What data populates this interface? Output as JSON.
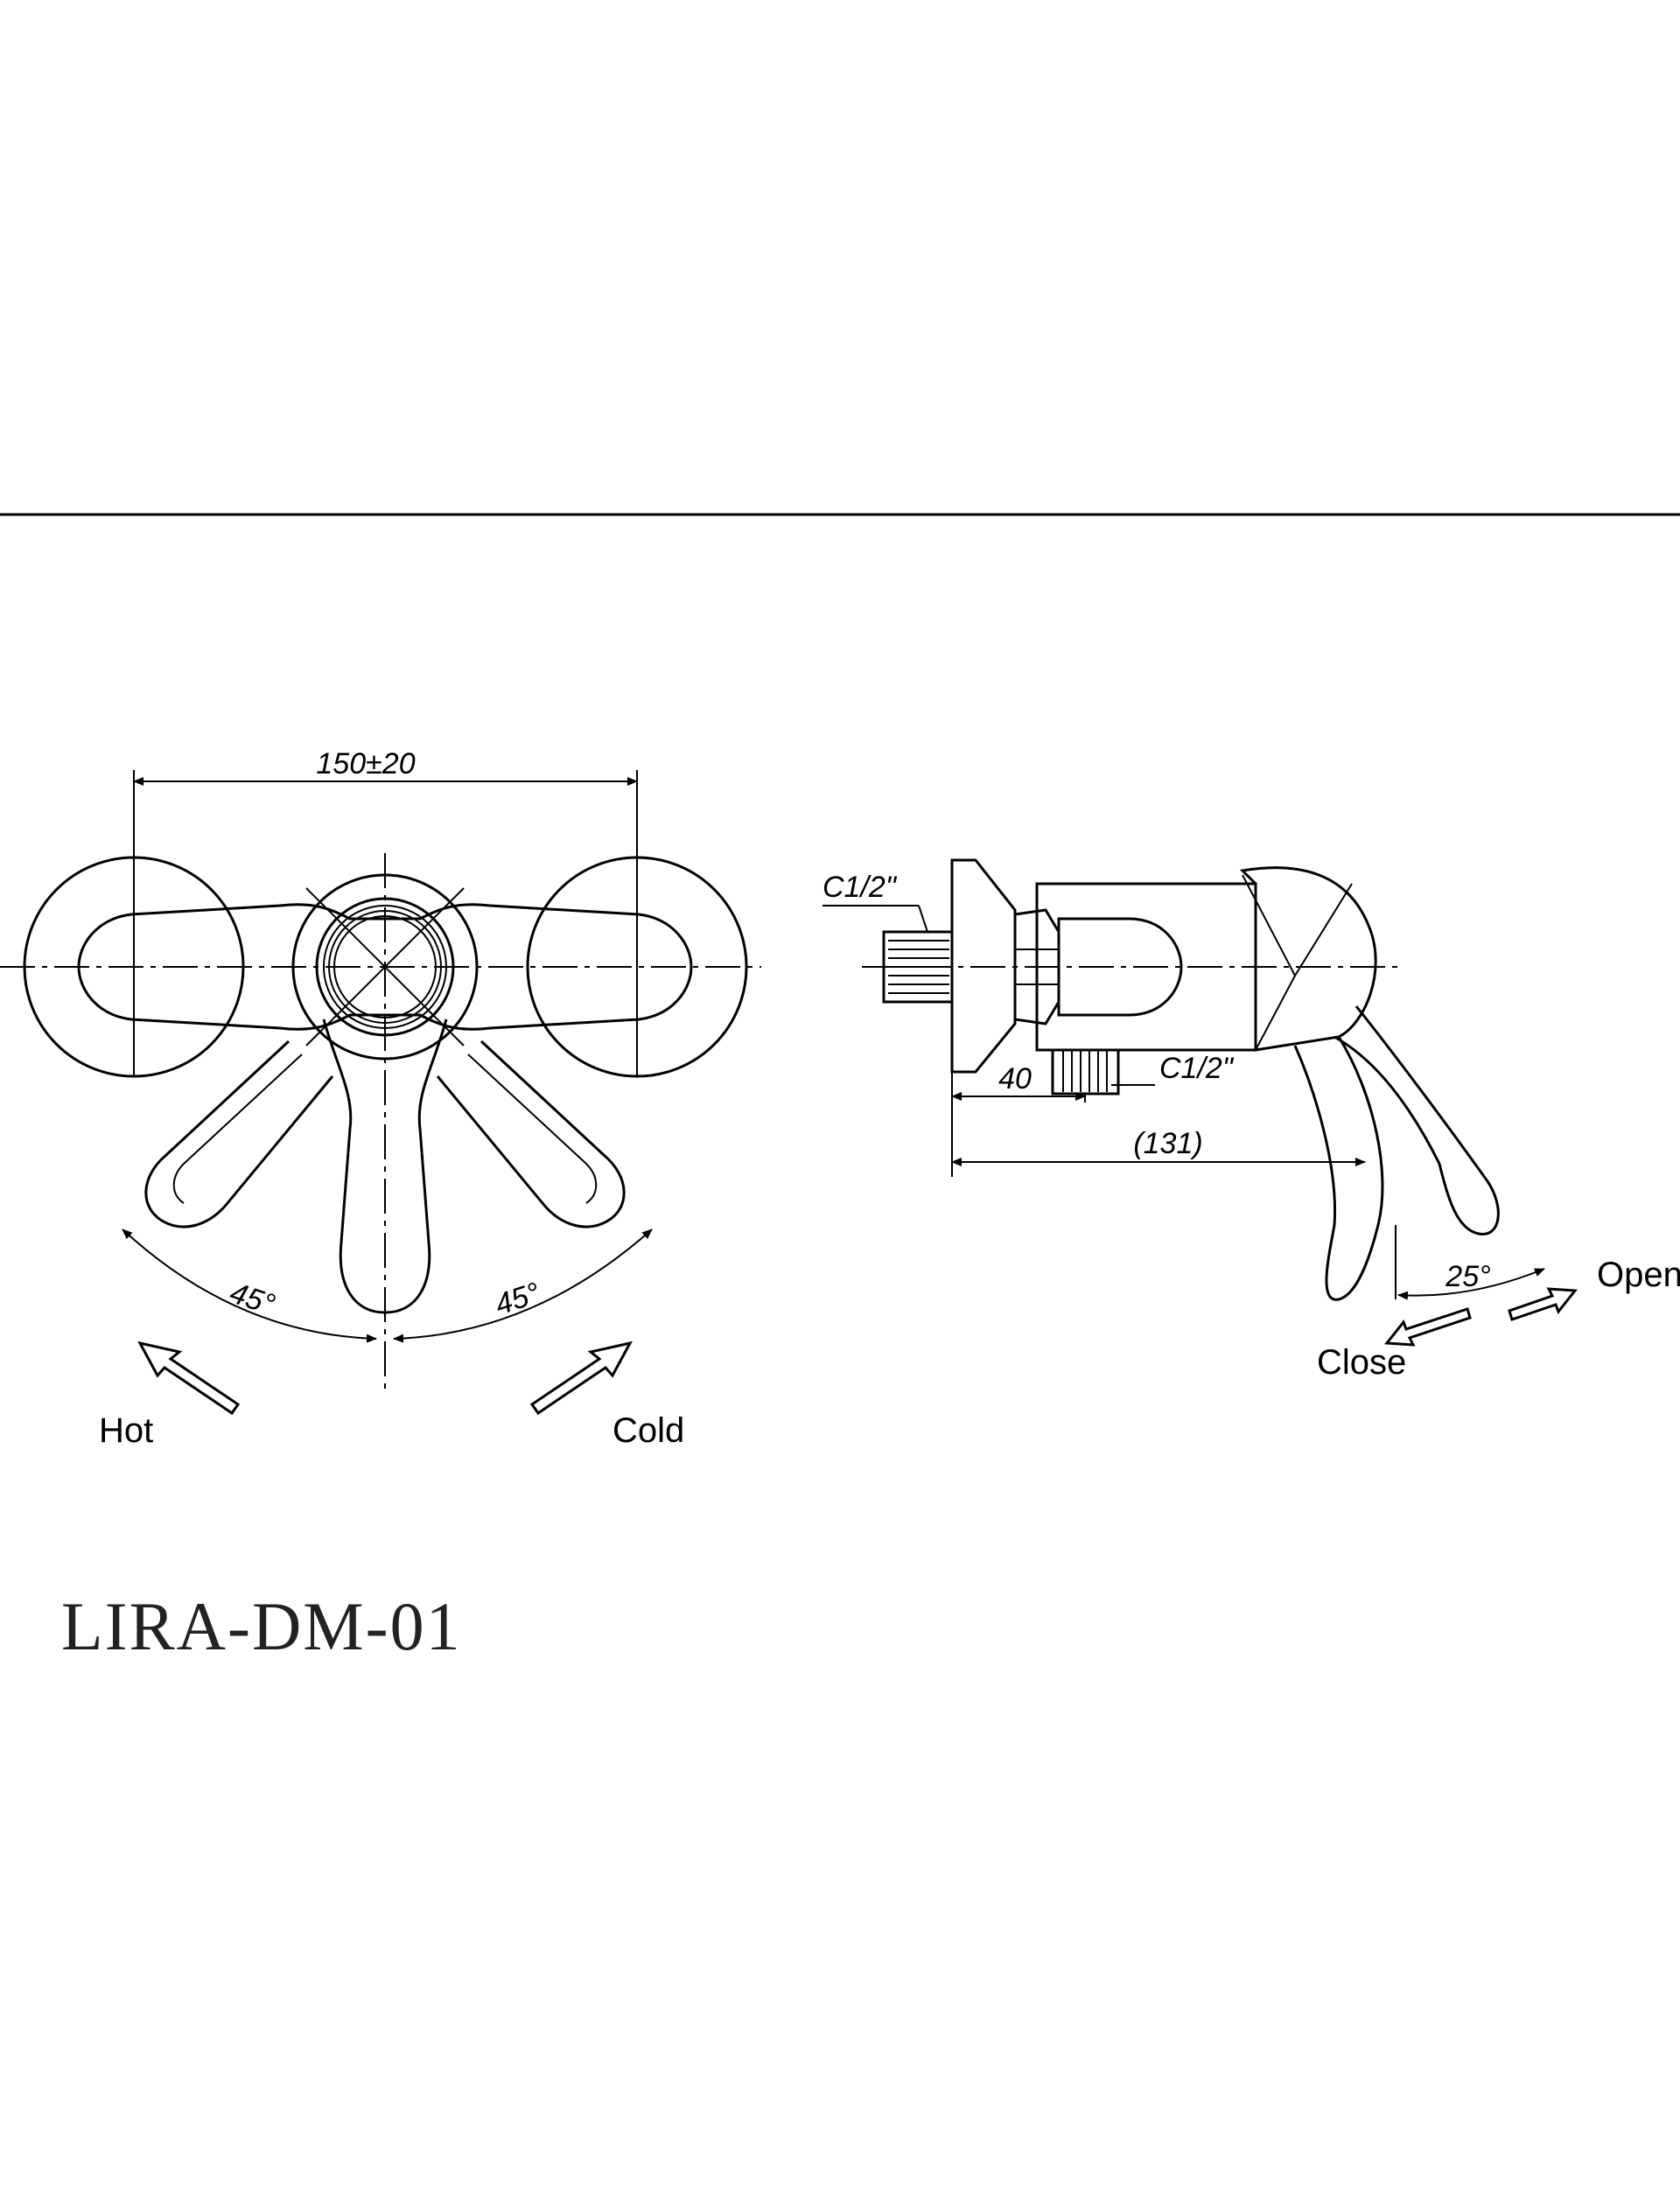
{
  "front_view": {
    "width_dimension": "150±20",
    "angle_left": "45°",
    "angle_right": "45°",
    "hot_label": "Hot",
    "cold_label": "Cold"
  },
  "side_view": {
    "inlet_thread": "C1/2\"",
    "outlet_thread": "C1/2\"",
    "depth_dimension": "40",
    "overall_dimension": "(131)",
    "lever_angle": "25°",
    "open_label": "Open",
    "close_label": "Close"
  },
  "model_code": "LIRA-DM-01"
}
